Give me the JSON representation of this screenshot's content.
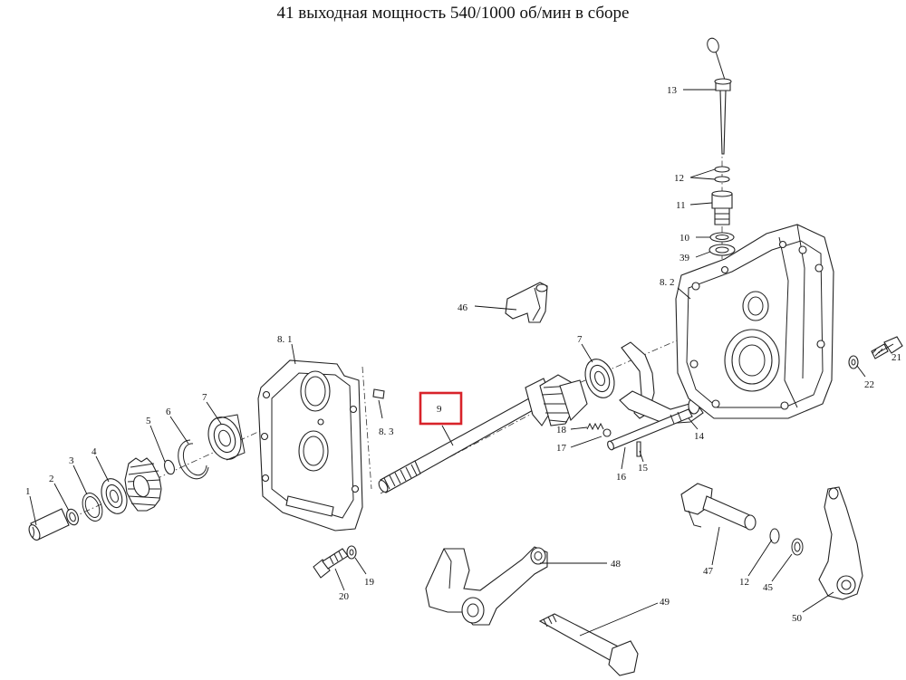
{
  "title": "41 выходная мощность 540/1000 об/мин в сборе",
  "highlight_color": "#d8232a",
  "highlighted_part": "9",
  "callouts": [
    {
      "id": "c1",
      "label": "1"
    },
    {
      "id": "c2",
      "label": "2"
    },
    {
      "id": "c3",
      "label": "3"
    },
    {
      "id": "c4",
      "label": "4"
    },
    {
      "id": "c5",
      "label": "5"
    },
    {
      "id": "c6",
      "label": "6"
    },
    {
      "id": "c7a",
      "label": "7"
    },
    {
      "id": "c81",
      "label": "8. 1"
    },
    {
      "id": "c83",
      "label": "8. 3"
    },
    {
      "id": "c9",
      "label": "9"
    },
    {
      "id": "c46",
      "label": "46"
    },
    {
      "id": "c7b",
      "label": "7"
    },
    {
      "id": "c18",
      "label": "18"
    },
    {
      "id": "c17",
      "label": "17"
    },
    {
      "id": "c16",
      "label": "16"
    },
    {
      "id": "c15",
      "label": "15"
    },
    {
      "id": "c14",
      "label": "14"
    },
    {
      "id": "c82",
      "label": "8. 2"
    },
    {
      "id": "c13",
      "label": "13"
    },
    {
      "id": "c12a",
      "label": "12"
    },
    {
      "id": "c11",
      "label": "11"
    },
    {
      "id": "c10",
      "label": "10"
    },
    {
      "id": "c39",
      "label": "39"
    },
    {
      "id": "c22",
      "label": "22"
    },
    {
      "id": "c21",
      "label": "21"
    },
    {
      "id": "c20",
      "label": "20"
    },
    {
      "id": "c19",
      "label": "19"
    },
    {
      "id": "c48",
      "label": "48"
    },
    {
      "id": "c49",
      "label": "49"
    },
    {
      "id": "c47",
      "label": "47"
    },
    {
      "id": "c12b",
      "label": "12"
    },
    {
      "id": "c45",
      "label": "45"
    },
    {
      "id": "c50",
      "label": "50"
    }
  ]
}
